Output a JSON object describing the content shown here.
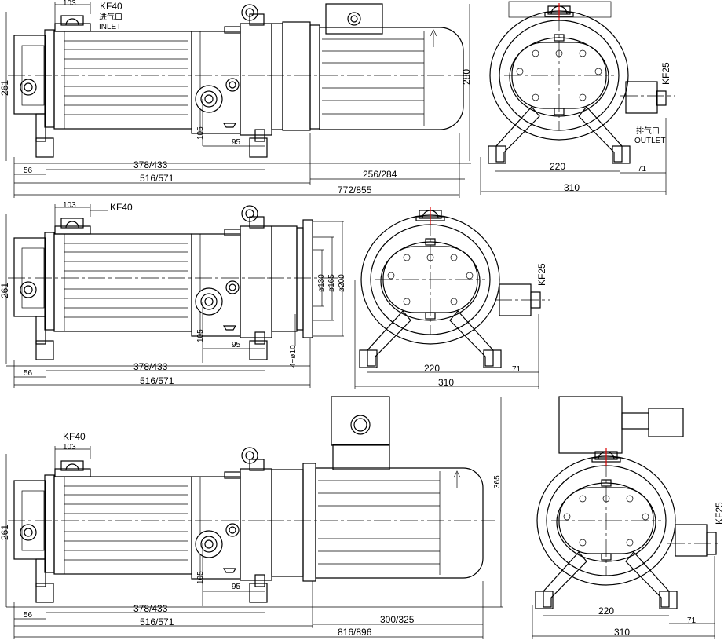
{
  "view1": {
    "dim_103": "103",
    "label_kf40": "KF40",
    "label_inlet_cn": "进气口",
    "label_inlet_en": "INLET",
    "dim_261": "261",
    "dim_280": "280",
    "dim_105": "105",
    "dim_95": "95",
    "dim_56": "56",
    "dim_378_433": "378/433",
    "dim_256_284": "256/284",
    "dim_516_571": "516/571",
    "dim_772_855": "772/855"
  },
  "view1_side": {
    "label_kf25": "KF25",
    "label_outlet_cn": "排气口",
    "label_outlet_en": "OUTLET",
    "dim_220": "220",
    "dim_71": "71",
    "dim_310": "310"
  },
  "view2": {
    "dim_103": "103",
    "label_kf40": "KF40",
    "dim_261": "261",
    "dim_105": "105",
    "dim_95": "95",
    "dim_56": "56",
    "dim_378_433": "378/433",
    "dim_516_571": "516/571",
    "dim_d130": "ø130",
    "dim_d165": "ø165",
    "dim_d200": "ø200",
    "dim_4d10": "4−ø10"
  },
  "view2_side": {
    "label_kf25": "KF25",
    "dim_220": "220",
    "dim_71": "71",
    "dim_310": "310"
  },
  "view3": {
    "label_kf40": "KF40",
    "dim_103": "103",
    "dim_261": "261",
    "dim_365": "365",
    "dim_105": "105",
    "dim_95": "95",
    "dim_56": "56",
    "dim_378_433": "378/433",
    "dim_300_325": "300/325",
    "dim_516_571": "516/571",
    "dim_816_896": "816/896"
  },
  "view3_side": {
    "label_kf25": "KF25",
    "dim_220": "220",
    "dim_71": "71",
    "dim_310": "310"
  }
}
